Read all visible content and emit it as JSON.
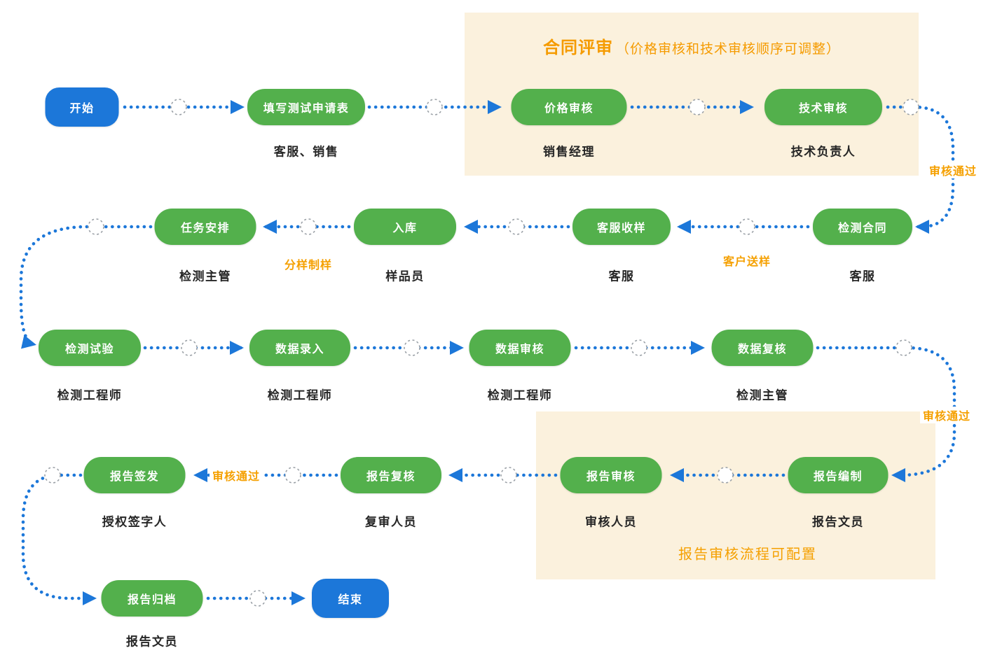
{
  "diagram": {
    "title_panel": {
      "title": "合同评审",
      "subtitle": "（价格审核和技术审核顺序可调整）"
    },
    "report_panel": {
      "note": "报告审核流程可配置"
    },
    "nodes": [
      {
        "label": "开始",
        "role": "",
        "type": "start"
      },
      {
        "label": "填写测试申请表",
        "role": "客服、销售",
        "type": "step"
      },
      {
        "label": "价格审核",
        "role": "销售经理",
        "type": "step"
      },
      {
        "label": "技术审核",
        "role": "技术负责人",
        "type": "step"
      },
      {
        "label": "检测合同",
        "role": "客服",
        "type": "step"
      },
      {
        "label": "客服收样",
        "role": "客服",
        "type": "step"
      },
      {
        "label": "入库",
        "role": "样品员",
        "type": "step"
      },
      {
        "label": "任务安排",
        "role": "检测主管",
        "type": "step"
      },
      {
        "label": "检测试验",
        "role": "检测工程师",
        "type": "step"
      },
      {
        "label": "数据录入",
        "role": "检测工程师",
        "type": "step"
      },
      {
        "label": "数据审核",
        "role": "检测工程师",
        "type": "step"
      },
      {
        "label": "数据复核",
        "role": "检测主管",
        "type": "step"
      },
      {
        "label": "报告编制",
        "role": "报告文员",
        "type": "step"
      },
      {
        "label": "报告审核",
        "role": "审核人员",
        "type": "step"
      },
      {
        "label": "报告复核",
        "role": "复审人员",
        "type": "step"
      },
      {
        "label": "报告签发",
        "role": "授权签字人",
        "type": "step"
      },
      {
        "label": "报告归档",
        "role": "报告文员",
        "type": "step"
      },
      {
        "label": "结束",
        "role": "",
        "type": "end"
      }
    ],
    "annotations": [
      {
        "text": "审核通过"
      },
      {
        "text": "客户送样"
      },
      {
        "text": "分样制样"
      },
      {
        "text": "审核通过"
      },
      {
        "text": "审核通过"
      }
    ],
    "colors": {
      "step_node": "#53B04C",
      "terminal_node": "#1C77D9",
      "connector": "#1C77D9",
      "annotation": "#F5A000",
      "panel_background": "#FBF1DD"
    }
  }
}
